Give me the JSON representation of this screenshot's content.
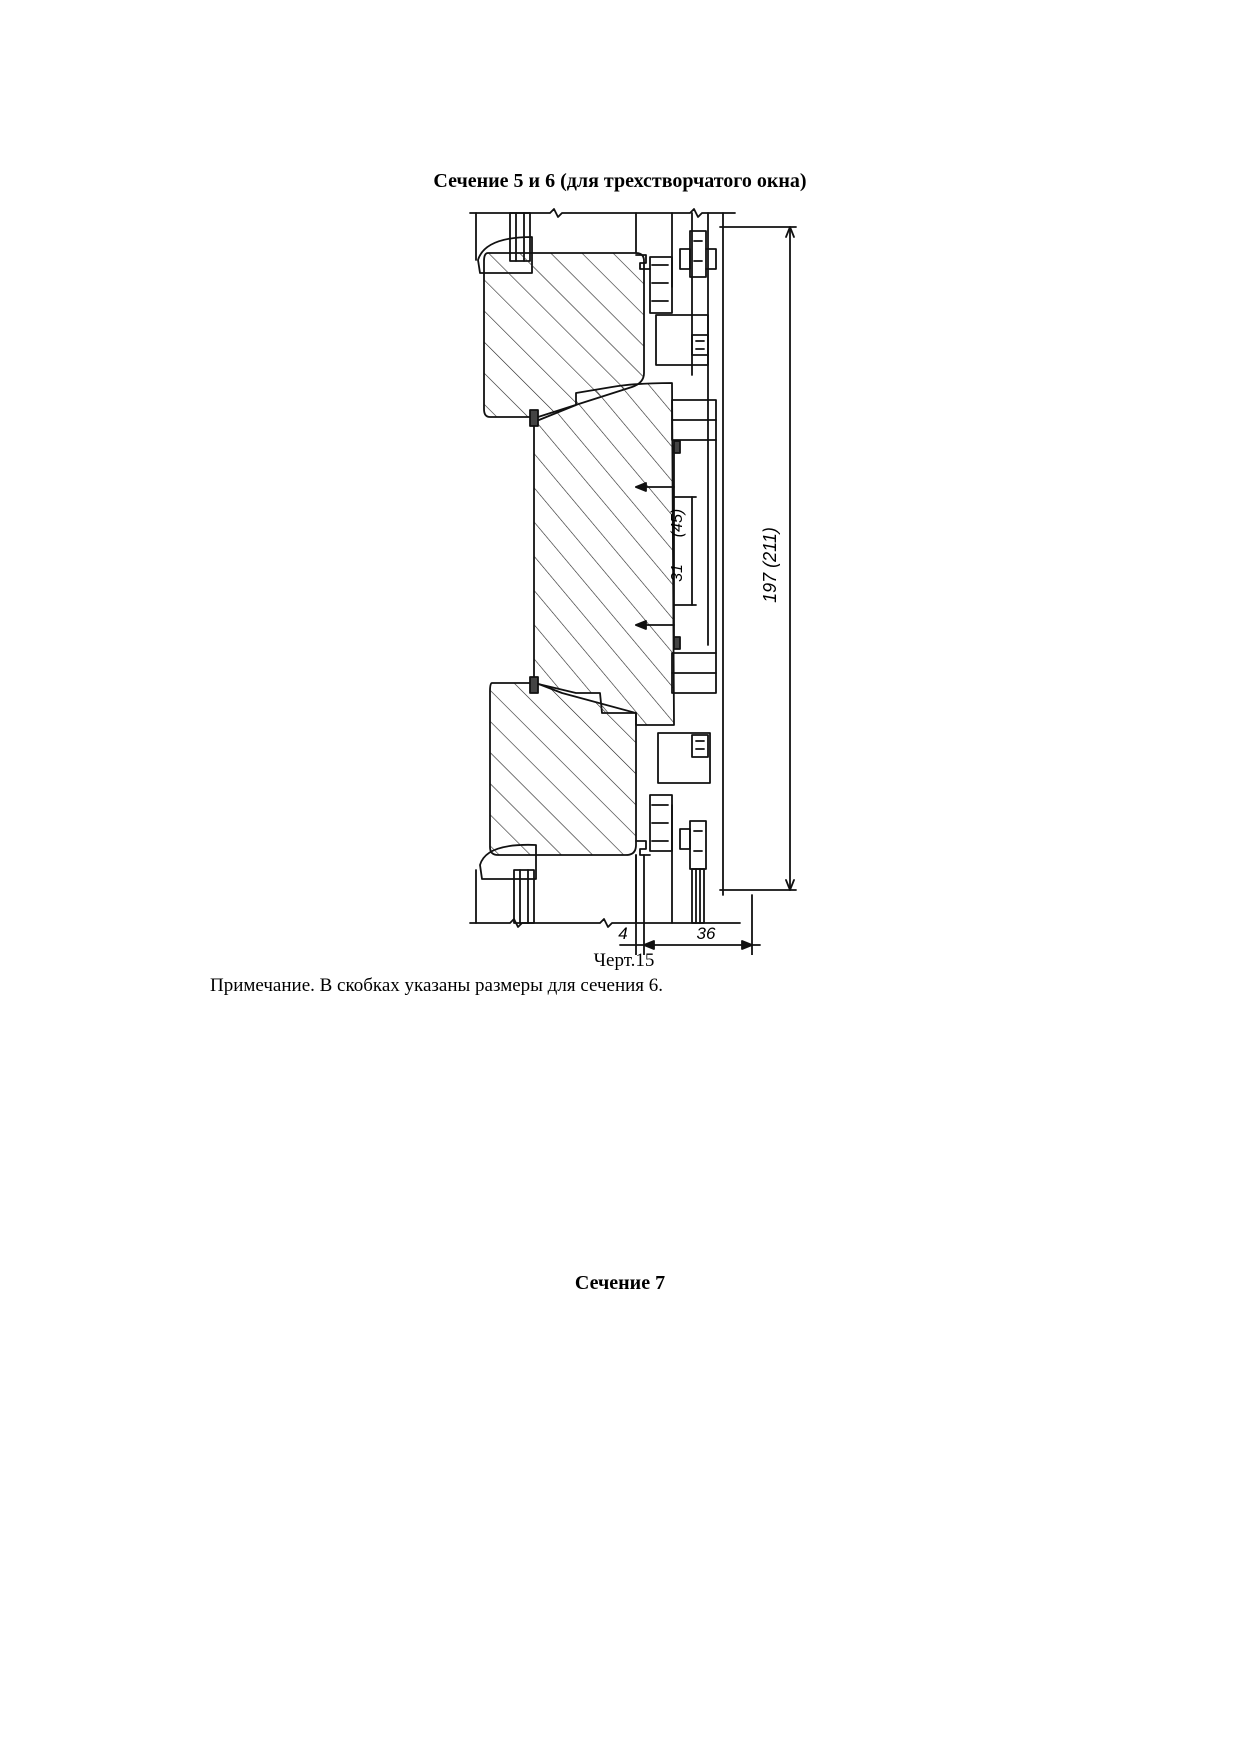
{
  "document": {
    "section_title": "Сечение 5 и 6 (для трехстворчатого окна)",
    "drawing": {
      "dimension_labels": {
        "overall_height": "197  (211)",
        "inner_dim": "31",
        "inner_dim_alt": "(45)",
        "bottom_small": "4",
        "bottom_width": "36"
      }
    },
    "figure_caption": "Черт.15",
    "note": "Примечание. В скобках указаны размеры для сечения 6.",
    "next_section_title": "Сечение 7"
  }
}
